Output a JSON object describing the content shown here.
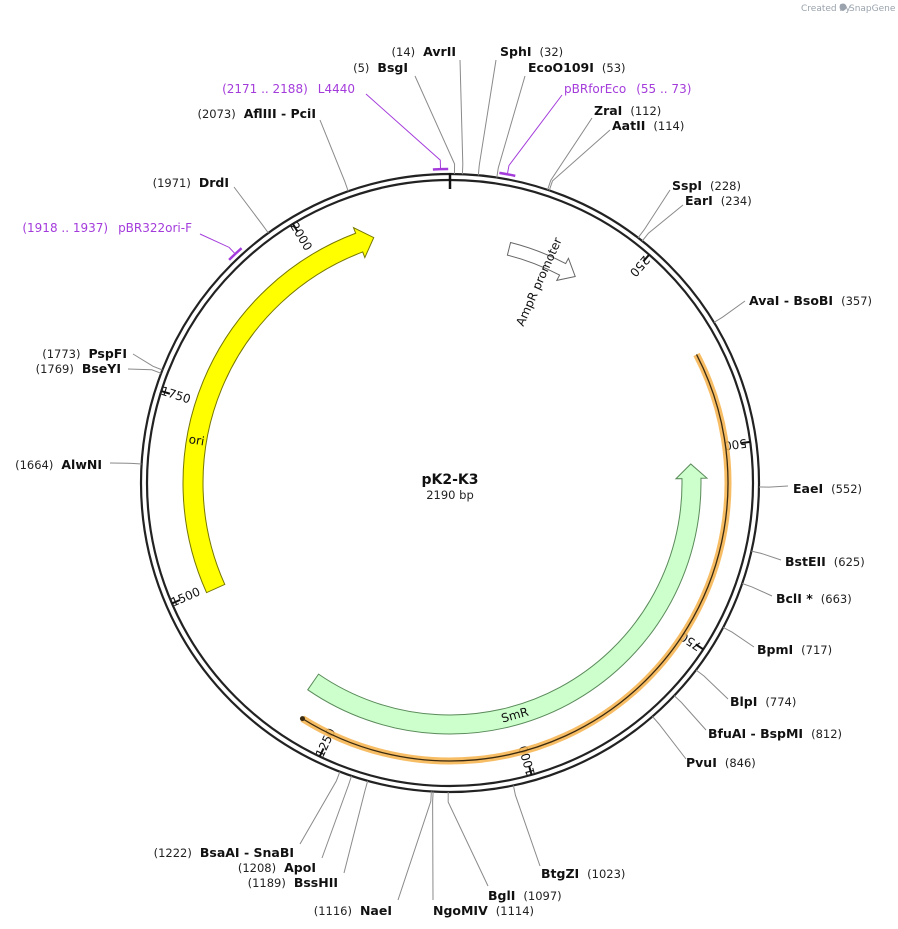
{
  "header": {
    "created_by": "Created by",
    "brand": "SnapGene"
  },
  "plasmid": {
    "name": "pK2-K3",
    "size_label": "2190 bp",
    "length": 2190
  },
  "ticks": [
    {
      "pos": 250,
      "label": "250"
    },
    {
      "pos": 500,
      "label": "500"
    },
    {
      "pos": 750,
      "label": "750"
    },
    {
      "pos": 1000,
      "label": "1000"
    },
    {
      "pos": 1250,
      "label": "1250"
    },
    {
      "pos": 1500,
      "label": "1500"
    },
    {
      "pos": 1750,
      "label": "1750"
    },
    {
      "pos": 2000,
      "label": "2000"
    }
  ],
  "features": [
    {
      "name": "AmpR promoter",
      "label": "AmpR promoter",
      "start": 86,
      "end": 190,
      "direction": "cw",
      "fill": "#ffffff",
      "stroke": "#666666"
    },
    {
      "name": "SmR",
      "label": "SmR",
      "start": 520,
      "end": 1305,
      "direction": "ccw",
      "fill": "#ccffcc",
      "stroke": "#5a8a5a"
    },
    {
      "name": "ori",
      "label": "ori",
      "start": 1495,
      "end": 2085,
      "direction": "cw",
      "fill": "#ffff00",
      "stroke": "#777700"
    }
  ],
  "orf": {
    "start": 380,
    "end": 1290,
    "color": "#f6b24a"
  },
  "cut_sites": [
    {
      "name": "AvrII",
      "pos_label": "(14)",
      "pos": 14
    },
    {
      "name": "BsgI",
      "pos_label": "(5)",
      "pos": 5
    },
    {
      "name": "SphI",
      "pos_label": "(32)",
      "pos": 32
    },
    {
      "name": "EcoO109I",
      "pos_label": "(53)",
      "pos": 53
    },
    {
      "name": "ZraI",
      "pos_label": "(112)",
      "pos": 112
    },
    {
      "name": "AatII",
      "pos_label": "(114)",
      "pos": 114
    },
    {
      "name": "SspI",
      "pos_label": "(228)",
      "pos": 228
    },
    {
      "name": "EarI",
      "pos_label": "(234)",
      "pos": 234
    },
    {
      "name": "AvaI - BsoBI",
      "pos_label": "(357)",
      "pos": 357
    },
    {
      "name": "EaeI",
      "pos_label": "(552)",
      "pos": 552
    },
    {
      "name": "BstEII",
      "pos_label": "(625)",
      "pos": 625
    },
    {
      "name": "BclI *",
      "pos_label": "(663)",
      "pos": 663
    },
    {
      "name": "BpmI",
      "pos_label": "(717)",
      "pos": 717
    },
    {
      "name": "BlpI",
      "pos_label": "(774)",
      "pos": 774
    },
    {
      "name": "BfuAI - BspMI",
      "pos_label": "(812)",
      "pos": 812
    },
    {
      "name": "PvuI",
      "pos_label": "(846)",
      "pos": 846
    },
    {
      "name": "BtgZI",
      "pos_label": "(1023)",
      "pos": 1023
    },
    {
      "name": "BglI",
      "pos_label": "(1097)",
      "pos": 1097
    },
    {
      "name": "NgoMIV",
      "pos_label": "(1114)",
      "pos": 1114
    },
    {
      "name": "NaeI",
      "pos_label": "(1116)",
      "pos": 1116
    },
    {
      "name": "BssHII",
      "pos_label": "(1189)",
      "pos": 1189
    },
    {
      "name": "ApoI",
      "pos_label": "(1208)",
      "pos": 1208
    },
    {
      "name": "BsaAI - SnaBI",
      "pos_label": "(1222)",
      "pos": 1222
    },
    {
      "name": "AlwNI",
      "pos_label": "(1664)",
      "pos": 1664
    },
    {
      "name": "BseYI",
      "pos_label": "(1769)",
      "pos": 1769
    },
    {
      "name": "PspFI",
      "pos_label": "(1773)",
      "pos": 1773
    },
    {
      "name": "DrdI",
      "pos_label": "(1971)",
      "pos": 1971
    },
    {
      "name": "AflIII - PciI",
      "pos_label": "(2073)",
      "pos": 2073
    }
  ],
  "primers": [
    {
      "name": "L4440",
      "range_label": "(2171 .. 2188)",
      "start": 2171,
      "end": 2188
    },
    {
      "name": "pBRforEco",
      "range_label": "(55 .. 73)",
      "start": 55,
      "end": 73
    },
    {
      "name": "pBR322ori-F",
      "range_label": "(1918 .. 1937)",
      "start": 1918,
      "end": 1937
    }
  ],
  "colors": {
    "backbone": "#222222",
    "primer": "#a43cdb",
    "leader": "#8a8a8a"
  }
}
